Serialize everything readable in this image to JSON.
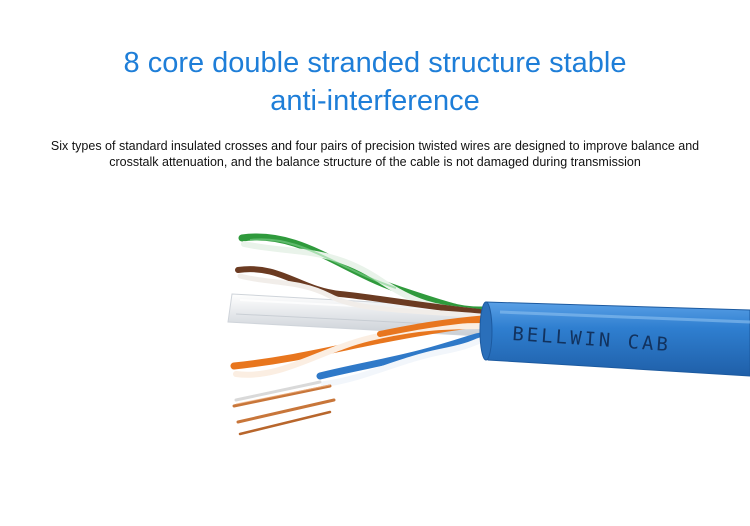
{
  "heading": {
    "line1": "8 core double stranded structure stable",
    "line2": "anti-interference"
  },
  "description": "Six types of standard insulated crosses and four pairs of precision twisted wires are designed to improve balance and crosstalk attenuation, and the balance structure of the cable is not damaged during transmission",
  "cable": {
    "jacket_print": "BELLWIN CAB",
    "colors": {
      "jacket": "#2f7fd0",
      "green_pair": "#2f9a3c",
      "brown_pair": "#6b3b22",
      "orange_pair": "#e8761e",
      "blue_pair": "#2f79c8",
      "copper": "#c8763a",
      "separator": "#e9ebee"
    }
  }
}
